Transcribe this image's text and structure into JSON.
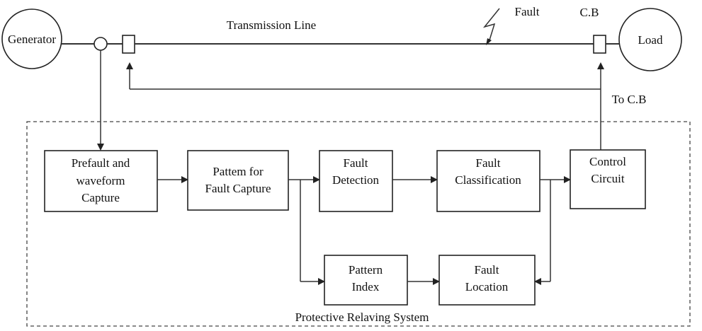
{
  "diagram": {
    "generator": "Generator",
    "load": "Load",
    "transmission_line": "Transmission Line",
    "fault": "Fault",
    "cb": "C.B",
    "to_cb": "To C.B",
    "system_label": "Protective Relaving System",
    "blocks": {
      "prefault": [
        "Prefault and",
        "waveform",
        "Capture"
      ],
      "pattern_capture": [
        "Pattem for",
        "Fault Capture"
      ],
      "fault_detection": [
        "Fault",
        "Detection"
      ],
      "fault_classification": [
        "Fault",
        "Classification"
      ],
      "control_circuit": [
        "Control",
        "Circuit"
      ],
      "pattern_index": [
        "Pattern",
        "Index"
      ],
      "fault_location": [
        "Fault",
        "Location"
      ]
    }
  }
}
